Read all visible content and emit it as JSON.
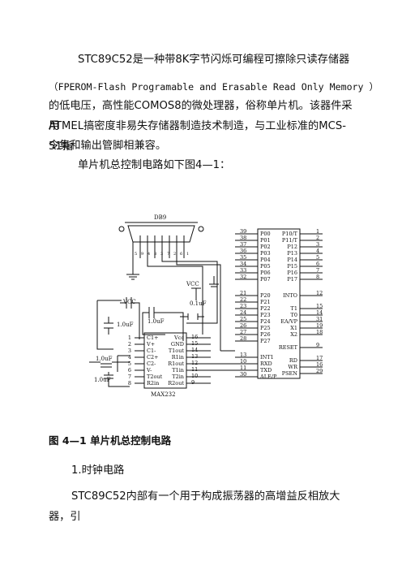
{
  "intro": {
    "line1": "STC89C52是一种带8K字节闪烁可编程可擦除只读存储器",
    "line2": "（FPEROM-Flash Programable and Erasable Read Only Memory ）",
    "line3": "的低电压，高性能COMOS8的微处理器，俗称单片机。该器件采用",
    "line4": "ATMEL搞密度非易失存储器制造技术制造，与工业标准的MCS-51指",
    "line5": "令集和输出管脚相兼容。"
  },
  "circuit_intro": "单片机总控制电路如下图4—1：",
  "figure": {
    "db9_label": "DB9",
    "max232_label": "MAX232",
    "vcc_label_1": "VCC",
    "vcc_label_2": "VCC",
    "cap_labels": [
      "1.0uF",
      "1.0uF",
      "0.1uF",
      "1.0uF",
      "1.0uF"
    ],
    "max232_left_pins": [
      "1",
      "2",
      "3",
      "4",
      "5",
      "6",
      "7",
      "8"
    ],
    "max232_left_names": [
      "C1+",
      "V+",
      "C1-",
      "C2+",
      "C2-",
      "V-",
      "T2out",
      "R2in"
    ],
    "max232_right_pins": [
      "16",
      "15",
      "14",
      "13",
      "12",
      "11",
      "10",
      "9"
    ],
    "max232_right_names": [
      "Vcc",
      "GND",
      "T1out",
      "R1in",
      "R1out",
      "T1in",
      "T2in",
      "R2out"
    ],
    "mcu_left_pins_a": [
      "39",
      "38",
      "37",
      "36",
      "35",
      "34",
      "33",
      "32"
    ],
    "mcu_left_names_a": [
      "P00",
      "P01",
      "P02",
      "P03",
      "P04",
      "P05",
      "P06",
      "P07"
    ],
    "mcu_left_pins_b": [
      "21",
      "22",
      "23",
      "24",
      "25",
      "26",
      "27",
      "28"
    ],
    "mcu_left_names_b": [
      "P20",
      "P21",
      "P22",
      "P23",
      "P24",
      "P25",
      "P26",
      "P27"
    ],
    "mcu_left_pins_c": [
      "13",
      "10",
      "11",
      "30"
    ],
    "mcu_left_names_c": [
      "INT1",
      "RXD",
      "TXD",
      "ALE/P"
    ],
    "mcu_right_pins_a": [
      "1",
      "2",
      "3",
      "4",
      "5",
      "6",
      "7",
      "8"
    ],
    "mcu_right_names_a": [
      "P10/T",
      "P11/T",
      "P12",
      "P13",
      "P14",
      "P15",
      "P16",
      "P17"
    ],
    "mcu_right_pins_b": [
      "12",
      "15",
      "14",
      "31",
      "19",
      "18"
    ],
    "mcu_right_names_b": [
      "INTO",
      "T1",
      "T0",
      "EA/VP",
      "X1",
      "X2"
    ],
    "mcu_right_pins_c": [
      "9",
      "17",
      "16",
      "29"
    ],
    "mcu_right_names_c": [
      "RESET",
      "RD",
      "WR",
      "PSEN"
    ],
    "db9_pins": [
      "5",
      "9",
      "4",
      "8",
      "3",
      "7",
      "2",
      "6",
      "1"
    ]
  },
  "figure_caption": "图 4—1 单片机总控制电路",
  "section_title": "1.时钟电路",
  "section_text": "STC89C52内部有一个用于构成振荡器的高增益反相放大器，引"
}
